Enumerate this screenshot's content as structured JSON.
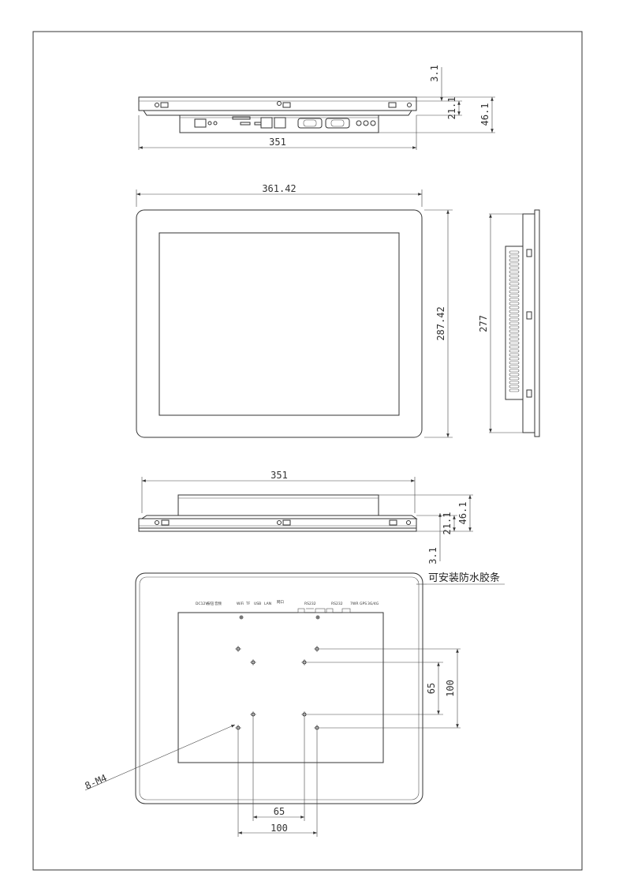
{
  "top_view": {
    "width_dim": "351",
    "dims_right": [
      "3.1",
      "21.1",
      "46.1"
    ]
  },
  "front_view": {
    "width_dim": "361.42",
    "height_dim": "287.42"
  },
  "side_view": {
    "height_dim": "277"
  },
  "bottom_view": {
    "width_dim": "351",
    "dims_right": [
      "46.1",
      "21.1",
      "3.1"
    ]
  },
  "back_view": {
    "gasket_note": "可安装防水胶条",
    "port_labels": [
      "DC12V",
      "按钮",
      "音频",
      "WiFi",
      "TF",
      "USB",
      "LAN",
      "网口",
      "RS232",
      "RS232",
      "7WR",
      "GPS",
      "3G/4G"
    ],
    "vesa_small": "65",
    "vesa_large": "100",
    "vesa_small_v": "65",
    "vesa_large_v": "100",
    "screw_callout": "8-M4"
  }
}
